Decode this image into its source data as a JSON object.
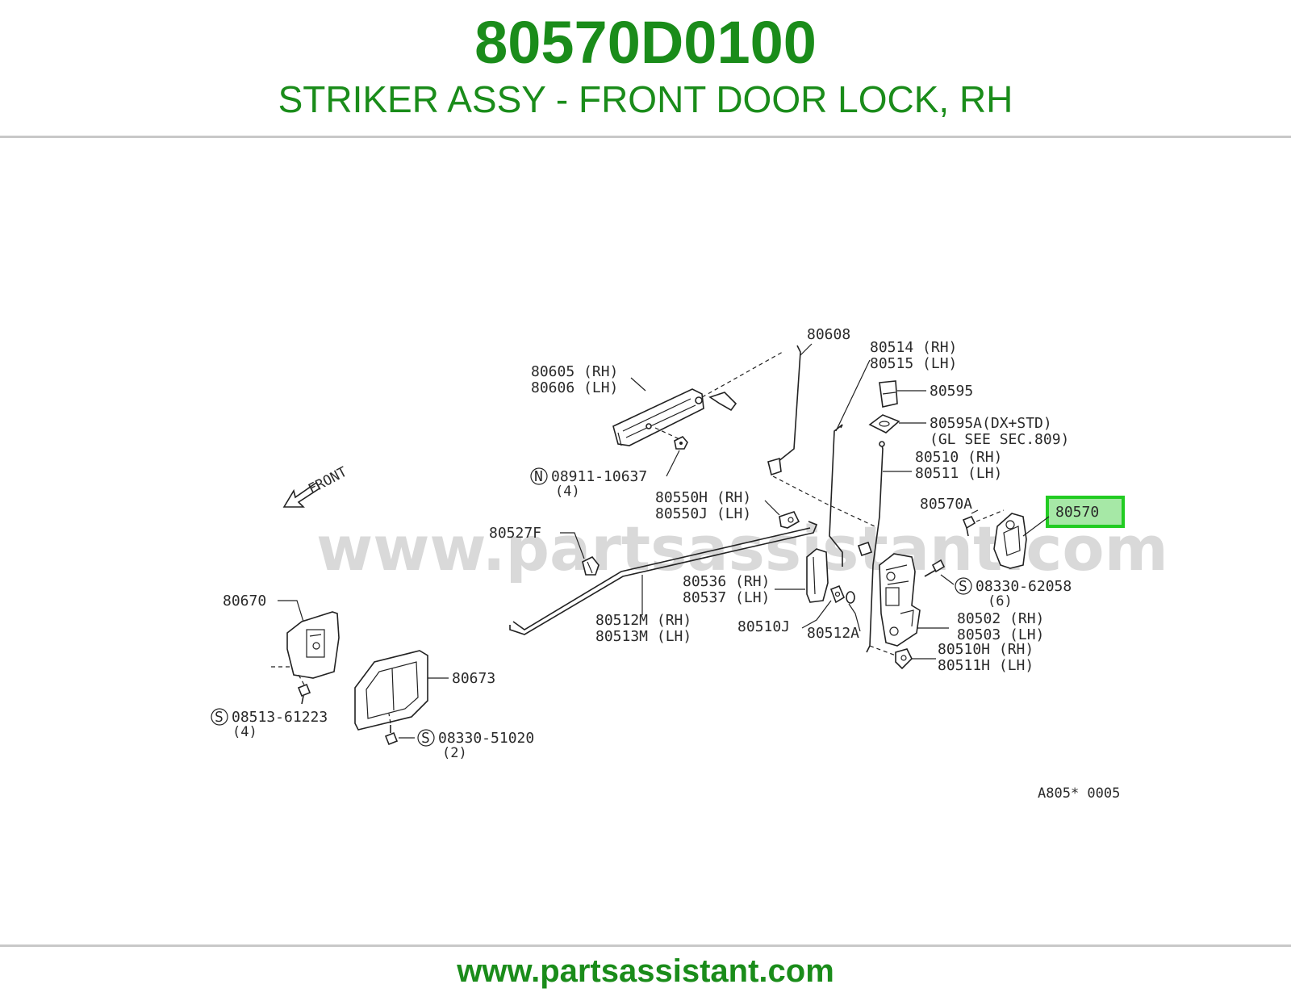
{
  "header": {
    "part_number": "80570D0100",
    "description": "STRIKER ASSY - FRONT DOOR LOCK, RH"
  },
  "footer": {
    "url": "www.partsassistant.com"
  },
  "diagram": {
    "watermark": "www.partsassistant.com",
    "front_label": "FRONT",
    "figure_code": "A805* 0005",
    "highlight_color": "#22cc22",
    "labels": {
      "p80608": "80608",
      "p80605": "80605 (RH)",
      "p80606": "80606 (LH)",
      "p80514": "80514 (RH)",
      "p80515": "80515 (LH)",
      "p80595": "80595",
      "p80595a": "80595A(DX+STD)",
      "p80595a_note": "(GL SEE SEC.809)",
      "p80510": "80510 (RH)",
      "p80511": "80511 (LH)",
      "n08911_sym": "N",
      "n08911": "08911-10637",
      "n08911_qty": "(4)",
      "p80550h": "80550H (RH)",
      "p80550j": "80550J (LH)",
      "p80570a": "80570A",
      "p80570": "80570",
      "p80527f": "80527F",
      "p80536": "80536 (RH)",
      "p80537": "80537 (LH)",
      "s08330_62058_sym": "S",
      "s08330_62058": "08330-62058",
      "s08330_62058_qty": "(6)",
      "p80670": "80670",
      "p80512m": "80512M (RH)",
      "p80513m": "80513M (LH)",
      "p80510j": "80510J",
      "p80512a": "80512A",
      "p80502": "80502 (RH)",
      "p80503": "80503 (LH)",
      "p80510h": "80510H (RH)",
      "p80511h": "80511H (LH)",
      "p80673": "80673",
      "s08513_sym": "S",
      "s08513": "08513-61223",
      "s08513_qty": "(4)",
      "s08330_51020_sym": "S",
      "s08330_51020": "08330-51020",
      "s08330_51020_qty": "(2)"
    }
  }
}
